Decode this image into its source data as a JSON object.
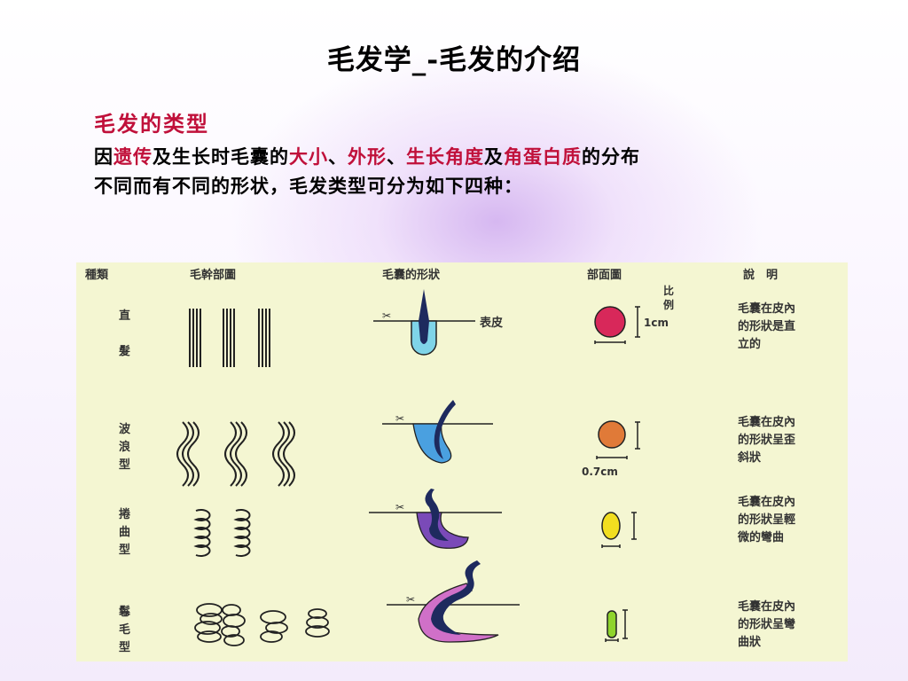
{
  "slide": {
    "title": "毛发学_-毛发的介绍",
    "subtitle": "毛发的类型",
    "para": {
      "p1": "因",
      "h1": "遗传",
      "p2": "及生长时毛囊的",
      "h2": "大小",
      "p3": "、",
      "h3": "外形",
      "p4": "、",
      "h4": "生长角度",
      "p5": "及",
      "h5": "角蛋白质",
      "p6": "的分布",
      "line2": "不同而有不同的形状，毛发类型可分为如下四种："
    },
    "colors": {
      "title": "#000000",
      "highlight": "#c0103a",
      "figure_bg": "#f4f6d2"
    }
  },
  "figure": {
    "headers": {
      "type": "種類",
      "shaft": "毛幹部圖",
      "follicle": "毛囊的形狀",
      "section": "部面圖",
      "desc": "說　明"
    },
    "scale": {
      "label_1": "比",
      "label_2": "例",
      "one_cm": "1cm",
      "zero7_cm": "0.7cm"
    },
    "epidermis_label": "表皮",
    "rows": [
      {
        "name": [
          "直",
          "髮"
        ],
        "desc": [
          "毛囊在皮內",
          "的形狀是直",
          "立的"
        ],
        "section_color": "#d8285a"
      },
      {
        "name": [
          "波",
          "浪",
          "型"
        ],
        "desc": [
          "毛囊在皮內",
          "的形狀呈歪",
          "斜狀"
        ],
        "section_color": "#e07a38"
      },
      {
        "name": [
          "捲",
          "曲",
          "型"
        ],
        "desc": [
          "毛囊在皮內",
          "的形狀呈輕",
          "微的彎曲"
        ],
        "section_color": "#f2de20"
      },
      {
        "name": [
          "鬈",
          "毛",
          "型"
        ],
        "desc": [
          "毛囊在皮內",
          "的形狀呈彎",
          "曲狀"
        ],
        "section_color": "#8fd42c"
      }
    ]
  }
}
